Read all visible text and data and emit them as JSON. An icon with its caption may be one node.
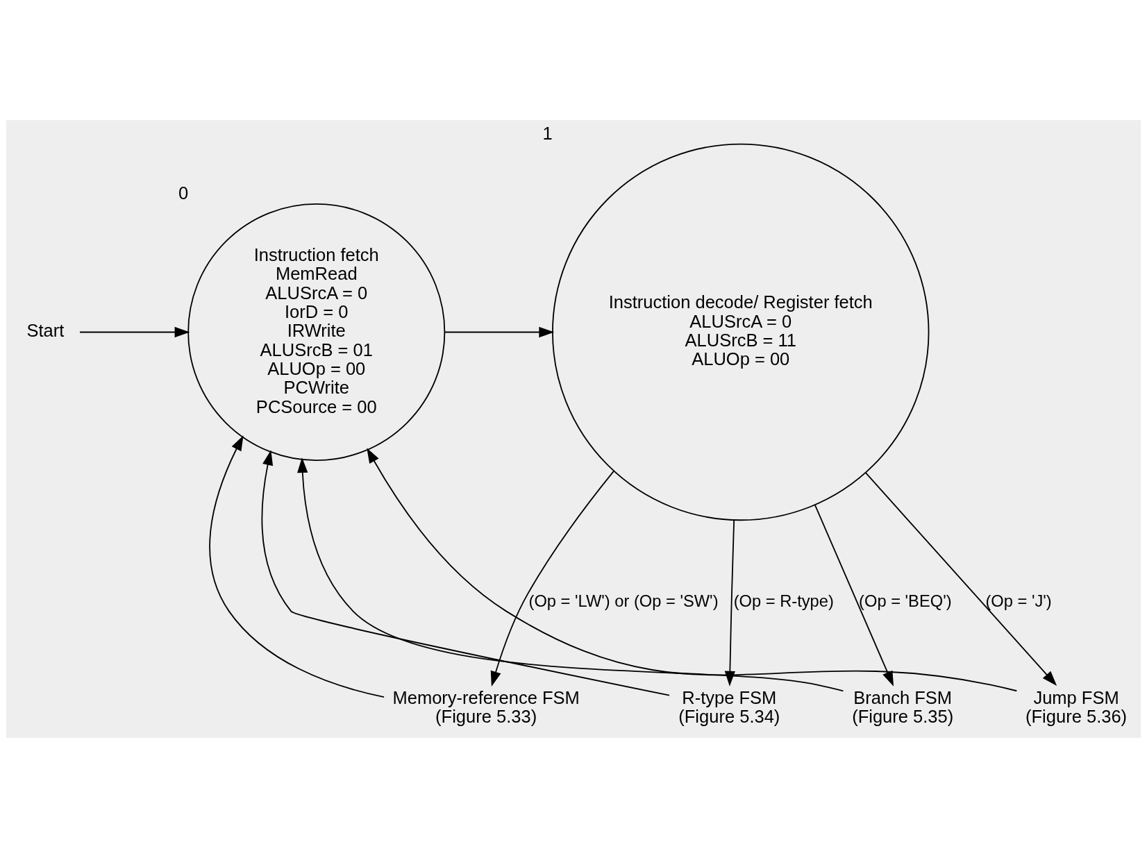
{
  "diagram": {
    "nodes": [
      {
        "text": [
          "Instruction fetch",
          "MemRead",
          "ALUSrcA = 0",
          "IorD = 0",
          "IRWrite",
          "ALUSrcB = 01",
          "ALUOp = 00",
          "PCWrite",
          "PCSource = 00"
        ],
        "beside": [
          "0"
        ]
      },
      {
        "text": [
          "Instruction decode/ Register fetch",
          "ALUSrcA = 0",
          "ALUSrcB = 11",
          "ALUOp = 00"
        ],
        "beside": [
          "1"
        ]
      },
      {
        "text": [
          "Start"
        ]
      },
      {
        "text": [
          "Memory-reference FSM",
          "(Figure 5.33)"
        ]
      },
      {
        "text": [
          "R-type FSM",
          "(Figure 5.34)"
        ]
      },
      {
        "text": [
          "Branch FSM",
          "(Figure 5.35)"
        ]
      },
      {
        "text": [
          "Jump FSM",
          "(Figure 5.36)"
        ]
      }
    ],
    "edges": [
      {
        "from": 2,
        "to": 0,
        "arrow": "to"
      },
      {
        "from": 0,
        "to": 1,
        "arrow": "to"
      },
      {
        "from": 1,
        "to": 3,
        "arrow": "to",
        "label": "(Op = 'LW') or (Op = 'SW')"
      },
      {
        "from": 1,
        "to": 4,
        "arrow": "to",
        "label": "(Op = R-type)"
      },
      {
        "from": 1,
        "to": 5,
        "arrow": "to",
        "label": "(Op = 'BEQ')"
      },
      {
        "from": 1,
        "to": 6,
        "arrow": "to",
        "label": "(Op = 'J')"
      },
      {
        "from": 3,
        "to": 0,
        "arrow": "to"
      },
      {
        "from": 4,
        "to": 0,
        "arrow": "to"
      },
      {
        "from": 5,
        "to": 0,
        "arrow": "to"
      },
      {
        "from": 6,
        "to": 0,
        "arrow": "to"
      }
    ]
  }
}
